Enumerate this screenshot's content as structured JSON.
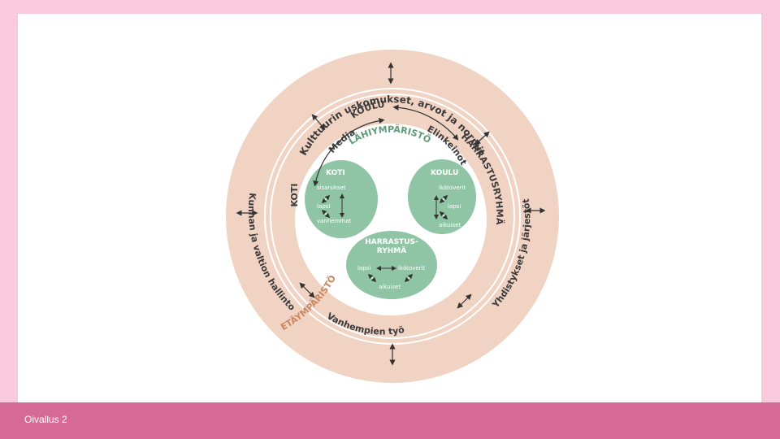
{
  "footer": {
    "label": "Oivallus 2"
  },
  "colors": {
    "background": "#f9cadd",
    "footer": "#d56a94",
    "ring": "#f1d3c4",
    "green": "#8fc4a5",
    "lahiymparisto_text": "#5f9a78",
    "etaymparisto_text": "#c98760"
  },
  "diagram": {
    "outer_ring_label": "Kulttuurin uskomukset, arvot ja normit",
    "media": "Media",
    "elinkeinot": "Elinkeinot",
    "kunnan_ja_valtion": "Kunnan ja valtion hallinto",
    "yhdistykset": "Yhdistykset ja järjestöt",
    "vanhempien_tyo": "Vanhempien työ",
    "etaymparisto": "ETÄYMPÄRISTÖ",
    "koulu_ring": "KOULU",
    "koti_ring": "KOTI",
    "harrastusryhma_ring": "HARRASTUSRYHMÄ",
    "lahiymparisto": "LÄHIYMPÄRISTÖ",
    "koti": {
      "title": "KOTI",
      "item1": "sisarukset",
      "item2": "lapsi",
      "item3": "vanhemmat"
    },
    "koulu": {
      "title": "KOULU",
      "item1": "ikätoverit",
      "item2": "lapsi",
      "item3": "aikuiset"
    },
    "harrastus": {
      "title1": "HARRASTUS-",
      "title2": "RYHMÄ",
      "item1": "lapsi",
      "item2": "ikätoverit",
      "item3": "aikuiset"
    }
  }
}
